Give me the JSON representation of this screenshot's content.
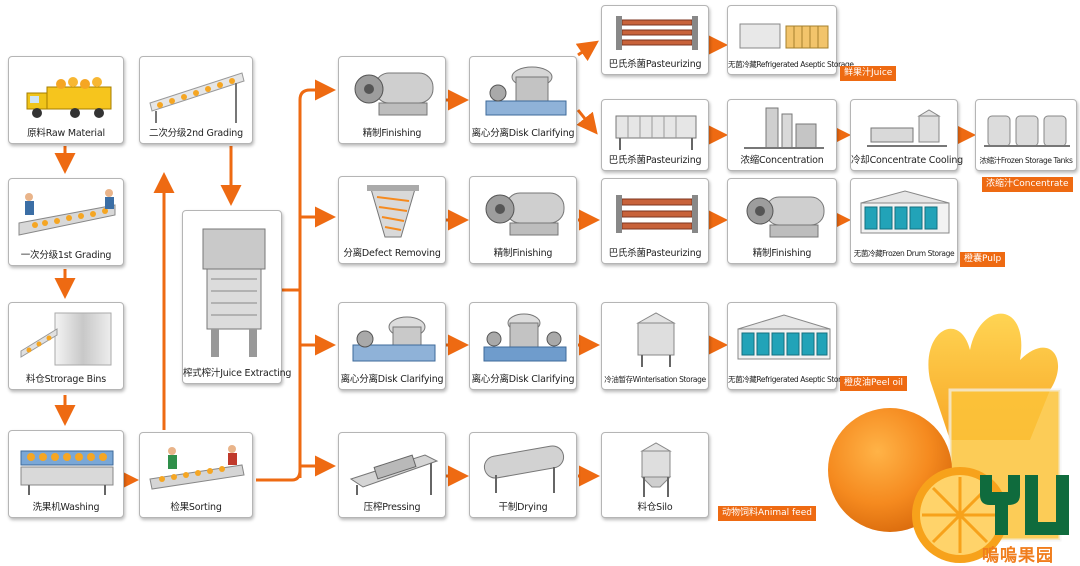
{
  "colors": {
    "arrow": "#ee6a12",
    "tag_bg": "#ee6a12",
    "logo_green": "#0f6b3d",
    "orange": "#f58a1f"
  },
  "steps": {
    "raw_material": "原料Raw Material",
    "grading1": "一次分级1st Grading",
    "storage_bins": "料仓Strorage Bins",
    "washing": "洗果机Washing",
    "sorting": "检果Sorting",
    "grading2": "二次分级2nd Grading",
    "juice_extracting": "榨式榨汁Juice Extracting",
    "finishing_1": "精制Finishing",
    "disk_clarifying_1": "离心分离Disk Clarifying",
    "pasteurizing_1": "巴氏杀菌Pasteurizing",
    "aseptic_storage_1": "无菌冷藏Refrigerated Aseptic Storage",
    "pasteurizing_2": "巴氏杀菌Pasteurizing",
    "concentration": "浓缩Concentration",
    "concentrate_cooling": "冷却Concentrate Cooling",
    "frozen_storage_tanks": "浓缩汁Frozen Storage Tanks",
    "defect_removing": "分离Defect Removing",
    "finishing_2": "精制Finishing",
    "pasteurizing_3": "巴氏杀菌Pasteurizing",
    "finishing_3": "精制Finishing",
    "frozen_drum_storage": "无菌冷藏Frozen Drum Storage",
    "disk_clarifying_2": "离心分离Disk Clarifying",
    "disk_clarifying_3": "离心分离Disk Clarifying",
    "winterisation_storage": "冷油暂存Winterisation Storage",
    "aseptic_storage_2": "无菌冷藏Refrigerated Aseptic Storage",
    "pressing": "压榨Pressing",
    "drying": "干制Drying",
    "silo": "料仓Silo"
  },
  "products": {
    "juice": "鲜果汁Juice",
    "concentrate": "浓缩汁Concentrate",
    "pulp": "橙囊Pulp",
    "peel_oil": "橙皮油Peel oil",
    "animal_feed": "动物饲料Animal feed"
  },
  "logo": {
    "text": "嗚嗚果园"
  }
}
